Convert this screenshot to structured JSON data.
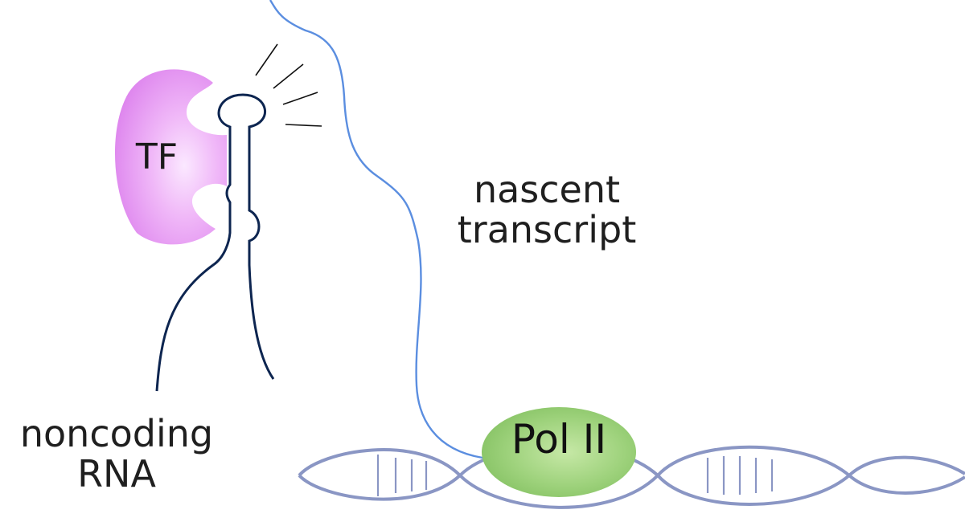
{
  "labels": {
    "tf": "TF",
    "pol_ii": "Pol II",
    "nascent_transcript": [
      "nascent",
      "transcript"
    ],
    "noncoding_rna": [
      "noncoding",
      "RNA"
    ]
  },
  "colors": {
    "tf_fill": "#e48ef0",
    "pol_fill": "#8cc86c",
    "noncoding_rna_strand": "#0d2550",
    "nascent_transcript_strand": "#5b8ee0",
    "dna_helix": "#8a96c4",
    "interaction_marks": "#111111"
  }
}
